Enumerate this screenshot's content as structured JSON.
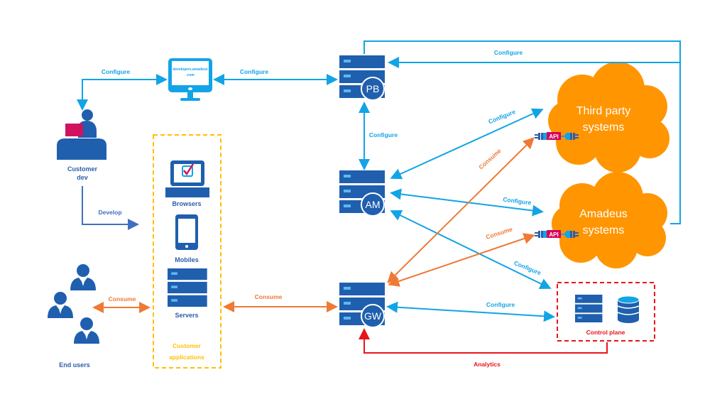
{
  "colors": {
    "configure": "#12a4e6",
    "consume": "#ee7a35",
    "analytics": "#e8141b",
    "server": "#1f5fae",
    "cloud": "#ff9500",
    "apps_box": "#ffc000",
    "control_box": "#e8141b",
    "api_badge": "#d8005a"
  },
  "portal": {
    "text_line1": "developers.amadeus",
    "text_line2": ".com"
  },
  "nodes": {
    "pb": "PB",
    "am": "AM",
    "gw": "GW"
  },
  "clouds": {
    "third_party": [
      "Third party",
      "systems"
    ],
    "amadeus": [
      "Amadeus",
      "systems"
    ]
  },
  "api_label": "API",
  "customer_dev": [
    "Customer",
    "dev"
  ],
  "end_users": "End users",
  "apps": {
    "browsers": "Browsers",
    "mobiles": "Mobiles",
    "servers": "Servers",
    "title": [
      "Customer",
      "applications"
    ]
  },
  "control_plane": "Control plane",
  "edges": {
    "dev_portal": "Configure",
    "portal_pb": "Configure",
    "pb_am": "Configure",
    "pb_top": "Configure",
    "am_third": "Configure",
    "am_amadeus": "Configure",
    "am_control": "Configure",
    "gw_control": "Configure",
    "gw_third": "Consume",
    "gw_amadeus": "Consume",
    "apps_gw": "Consume",
    "users_apps": "Consume",
    "develop": "Develop",
    "analytics": "Analytics"
  }
}
